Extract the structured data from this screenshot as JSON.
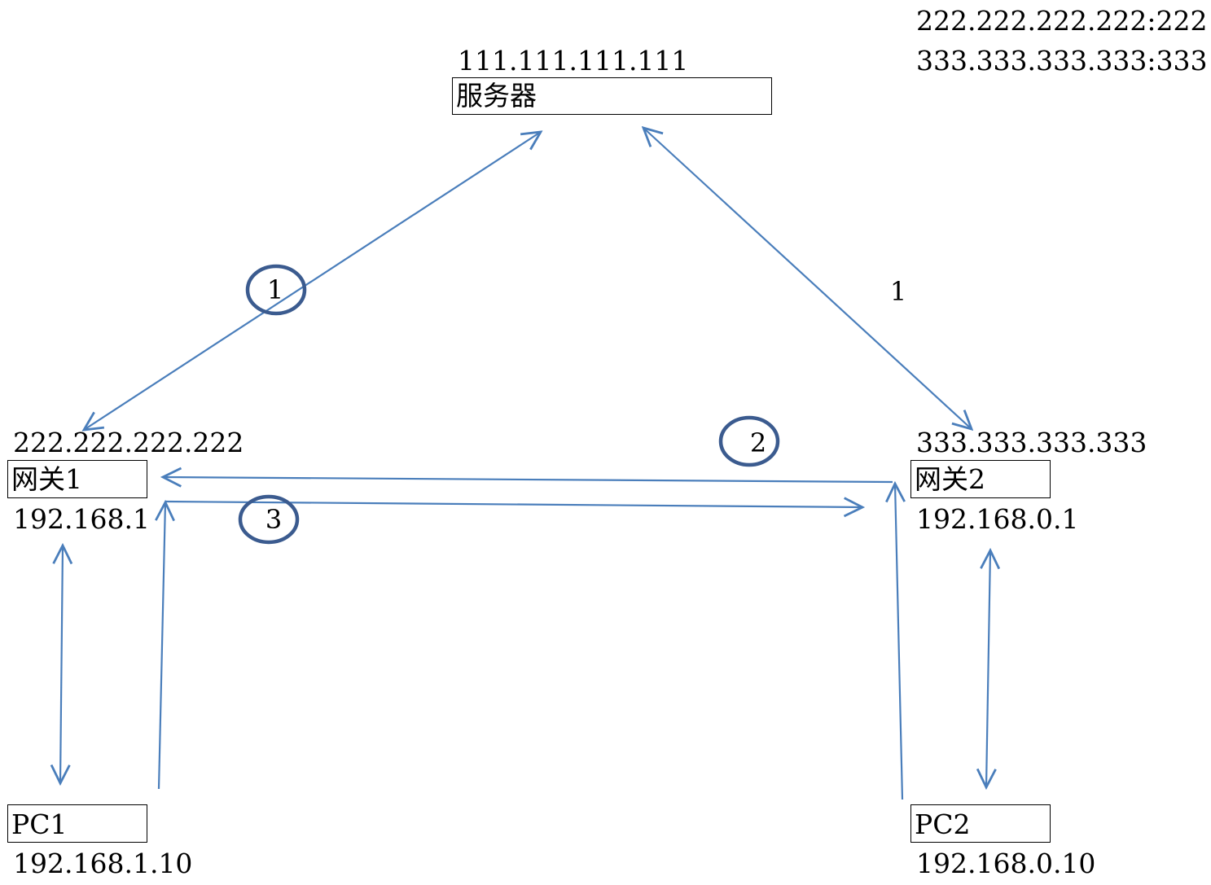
{
  "server": {
    "ip": "111.111.111.111",
    "label": "服务器"
  },
  "nat_mappings": [
    "222.222.222.222:222",
    "333.333.333.333:333"
  ],
  "gateway1": {
    "public_ip": "222.222.222.222",
    "label": "网关1",
    "lan_ip": "192.168.1"
  },
  "gateway2": {
    "public_ip": "333.333.333.333",
    "label": "网关2",
    "lan_ip": "192.168.0.1"
  },
  "pc1": {
    "label": "PC1",
    "ip": "192.168.1.10"
  },
  "pc2": {
    "label": "PC2",
    "ip": "192.168.0.10"
  },
  "steps": {
    "step1_circled": "1",
    "step1_plain": "1",
    "step2": "2",
    "step3": "3"
  },
  "colors": {
    "arrow": "#4a7ebb",
    "circle": "#3b5b8f",
    "box_border": "#000000"
  }
}
